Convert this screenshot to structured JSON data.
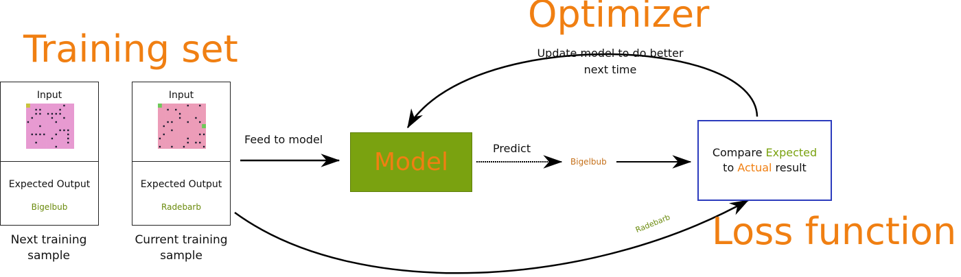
{
  "titles": {
    "training_set": "Training set",
    "optimizer": "Optimizer",
    "loss_function": "Loss function"
  },
  "cards": {
    "next": {
      "input_label": "Input",
      "expected_label": "Expected Output",
      "expected_value": "Bigelbub",
      "caption": "Next training sample"
    },
    "current": {
      "input_label": "Input",
      "expected_label": "Expected Output",
      "expected_value": "Radebarb",
      "caption": "Current training sample"
    }
  },
  "flow": {
    "feed_label": "Feed to model",
    "model_label": "Model",
    "predict_label": "Predict",
    "predicted_value": "Bigelbub",
    "update_label": "Update model to do better next time",
    "curve_value": "Radebarb"
  },
  "compare": {
    "prefix": "Compare ",
    "expected_word": "Expected",
    "to_word": "to ",
    "actual_word": "Actual",
    "suffix": " result"
  },
  "colors": {
    "accent_orange": "#f07f12",
    "model_green": "#7aa210",
    "compare_border": "#2b3bbd",
    "value_green": "#6a8a0c"
  },
  "icons": {
    "input_image": "pixel-mosaic-image",
    "arrow": "arrow-right-icon"
  }
}
